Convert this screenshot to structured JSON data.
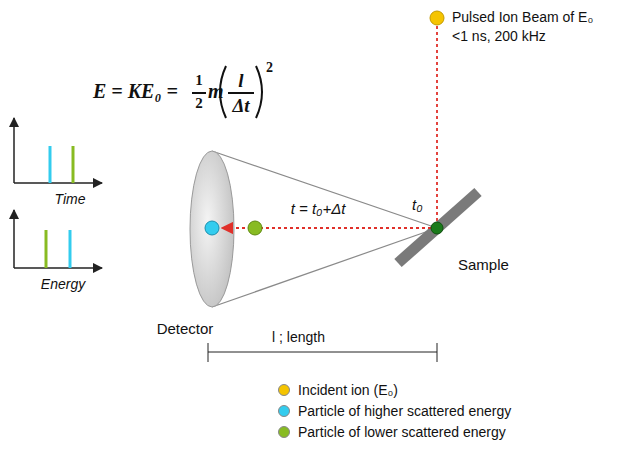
{
  "diagram": {
    "labels": [
      "E = KE₀ =",
      "1",
      "2",
      "m",
      "l",
      "Δt",
      "2",
      "Time",
      "Energy",
      "Pulsed Ion Beam of E₀",
      "<1 ns, 200 kHz",
      "t₀",
      "t = t₀+Δt",
      "Sample",
      "Detector",
      "l ; length"
    ],
    "legend": [
      {
        "text": "Incident ion (E₀)",
        "color": "#f5c400"
      },
      {
        "text": "Particle of higher scattered energy",
        "color": "#33ccee"
      },
      {
        "text": "Particle of lower scattered energy",
        "color": "#88bb22"
      }
    ]
  }
}
